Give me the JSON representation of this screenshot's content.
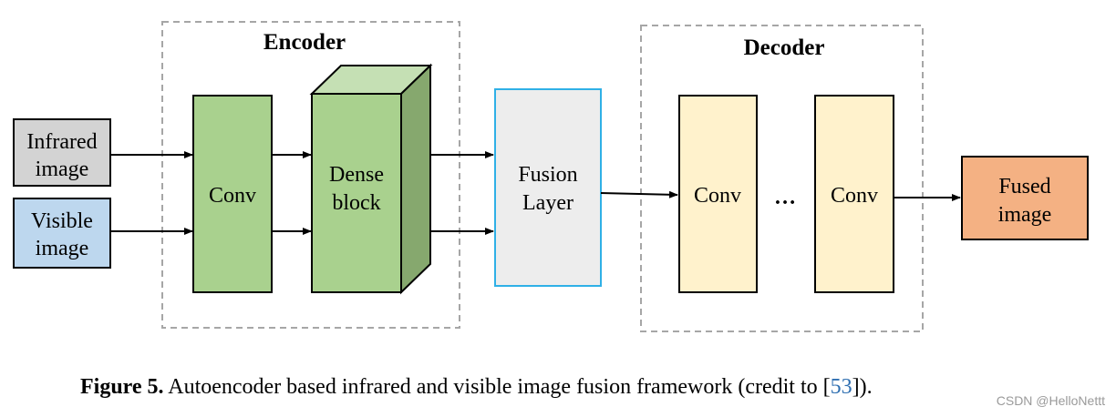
{
  "diagram": {
    "inputs": {
      "infrared": [
        "Infrared",
        "image"
      ],
      "visible": [
        "Visible",
        "image"
      ]
    },
    "encoder": {
      "title": "Encoder",
      "conv": "Conv",
      "dense_block": [
        "Dense",
        "block"
      ]
    },
    "fusion": [
      "Fusion",
      "Layer"
    ],
    "decoder": {
      "title": "Decoder",
      "conv_first": "Conv",
      "ellipsis": "…",
      "conv_last": "Conv"
    },
    "output": [
      "Fused",
      "image"
    ]
  },
  "caption": {
    "label": "Figure 5.",
    "text_before": "Autoencoder based infrared and visible image fusion framework (credit to [",
    "reference": "53",
    "text_after": "])."
  },
  "watermark": "CSDN @HelloNettt",
  "colors": {
    "infrared_fill": "#d3d3d3",
    "visible_fill": "#bdd7ee",
    "encoder_fill": "#a9d18e",
    "dense_top": "#c5e0b4",
    "dense_side": "#86a86e",
    "fusion_fill": "#ededed",
    "fusion_border": "#2fb0e6",
    "decoder_fill": "#fff2cc",
    "output_fill": "#f4b183",
    "dashed_border": "#a6a6a6"
  }
}
